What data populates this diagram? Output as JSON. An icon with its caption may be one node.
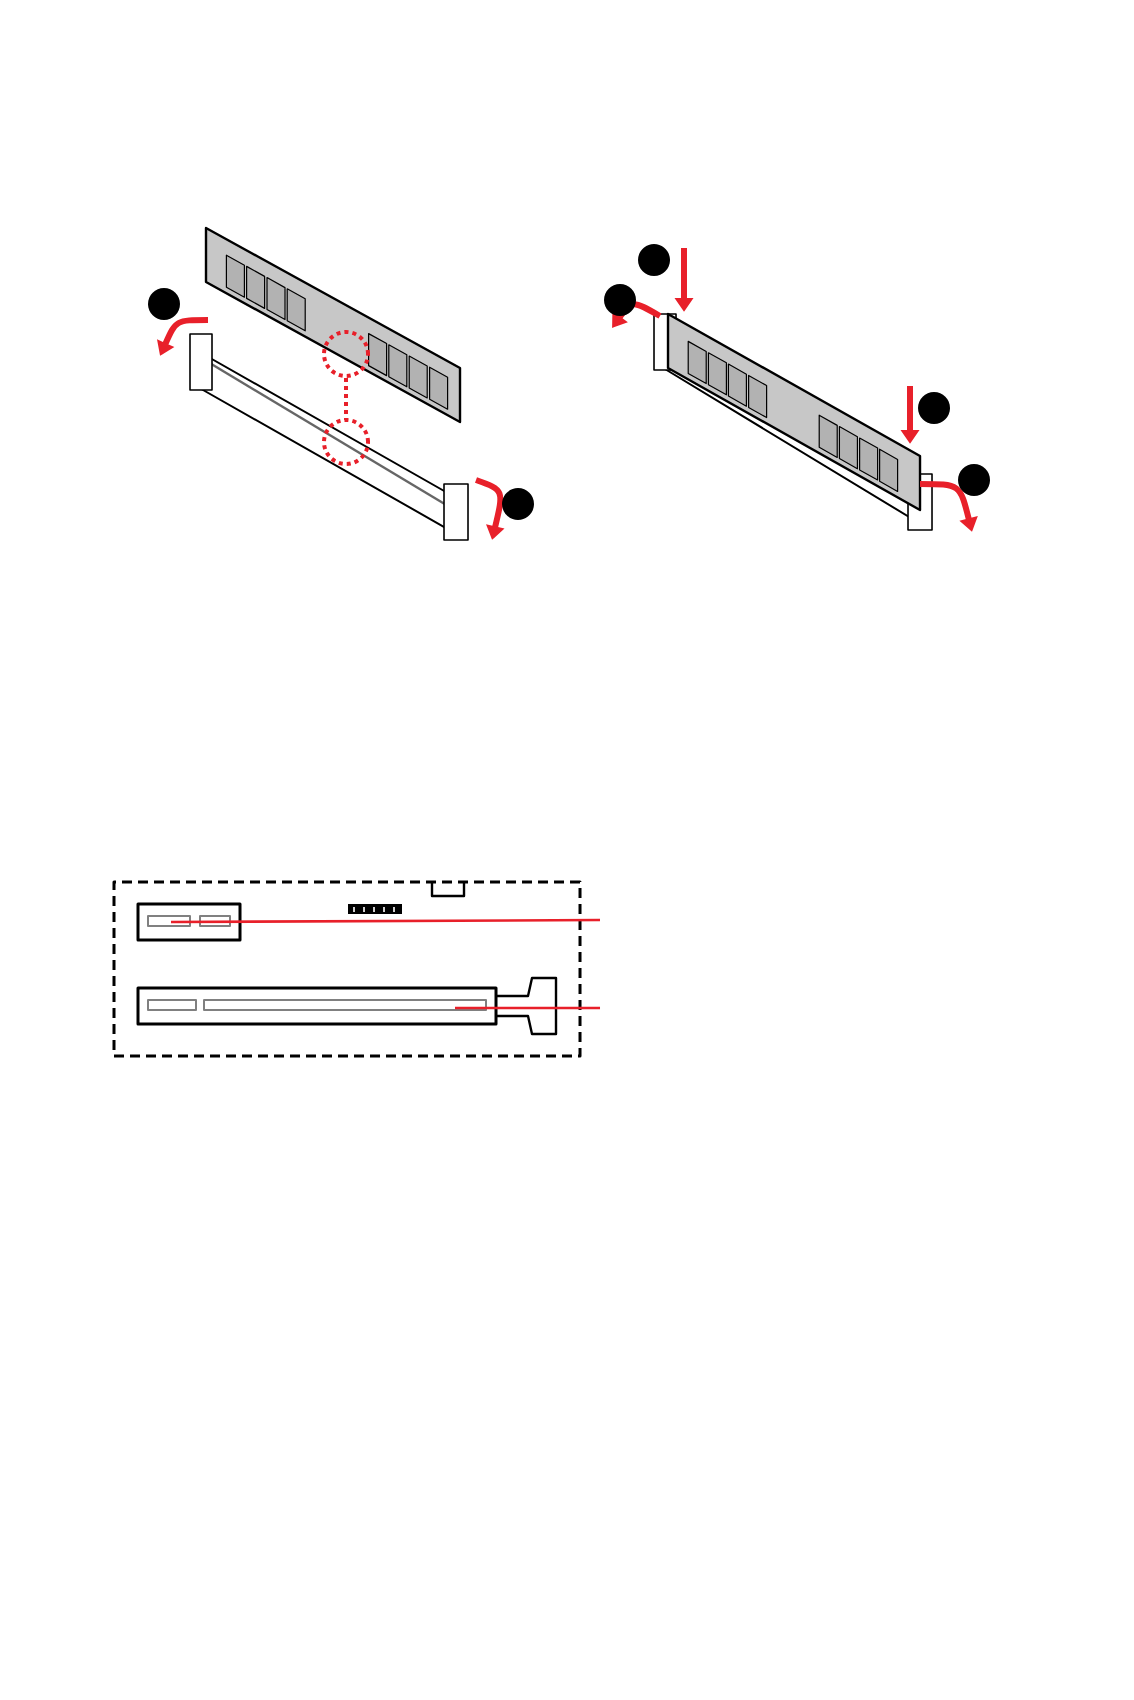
{
  "diagram": {
    "nodes": [
      {
        "text": [],
        "shape": "box"
      },
      {
        "text": [],
        "shape": "box",
        "in": 0
      },
      {
        "text": [],
        "shape": "box",
        "in": 0
      }
    ],
    "edges": [
      {
        "from": null,
        "to": 1,
        "arrow": "none",
        "color": "#e8202a"
      },
      {
        "from": null,
        "to": 2,
        "arrow": "none",
        "color": "#e8202a"
      }
    ]
  }
}
